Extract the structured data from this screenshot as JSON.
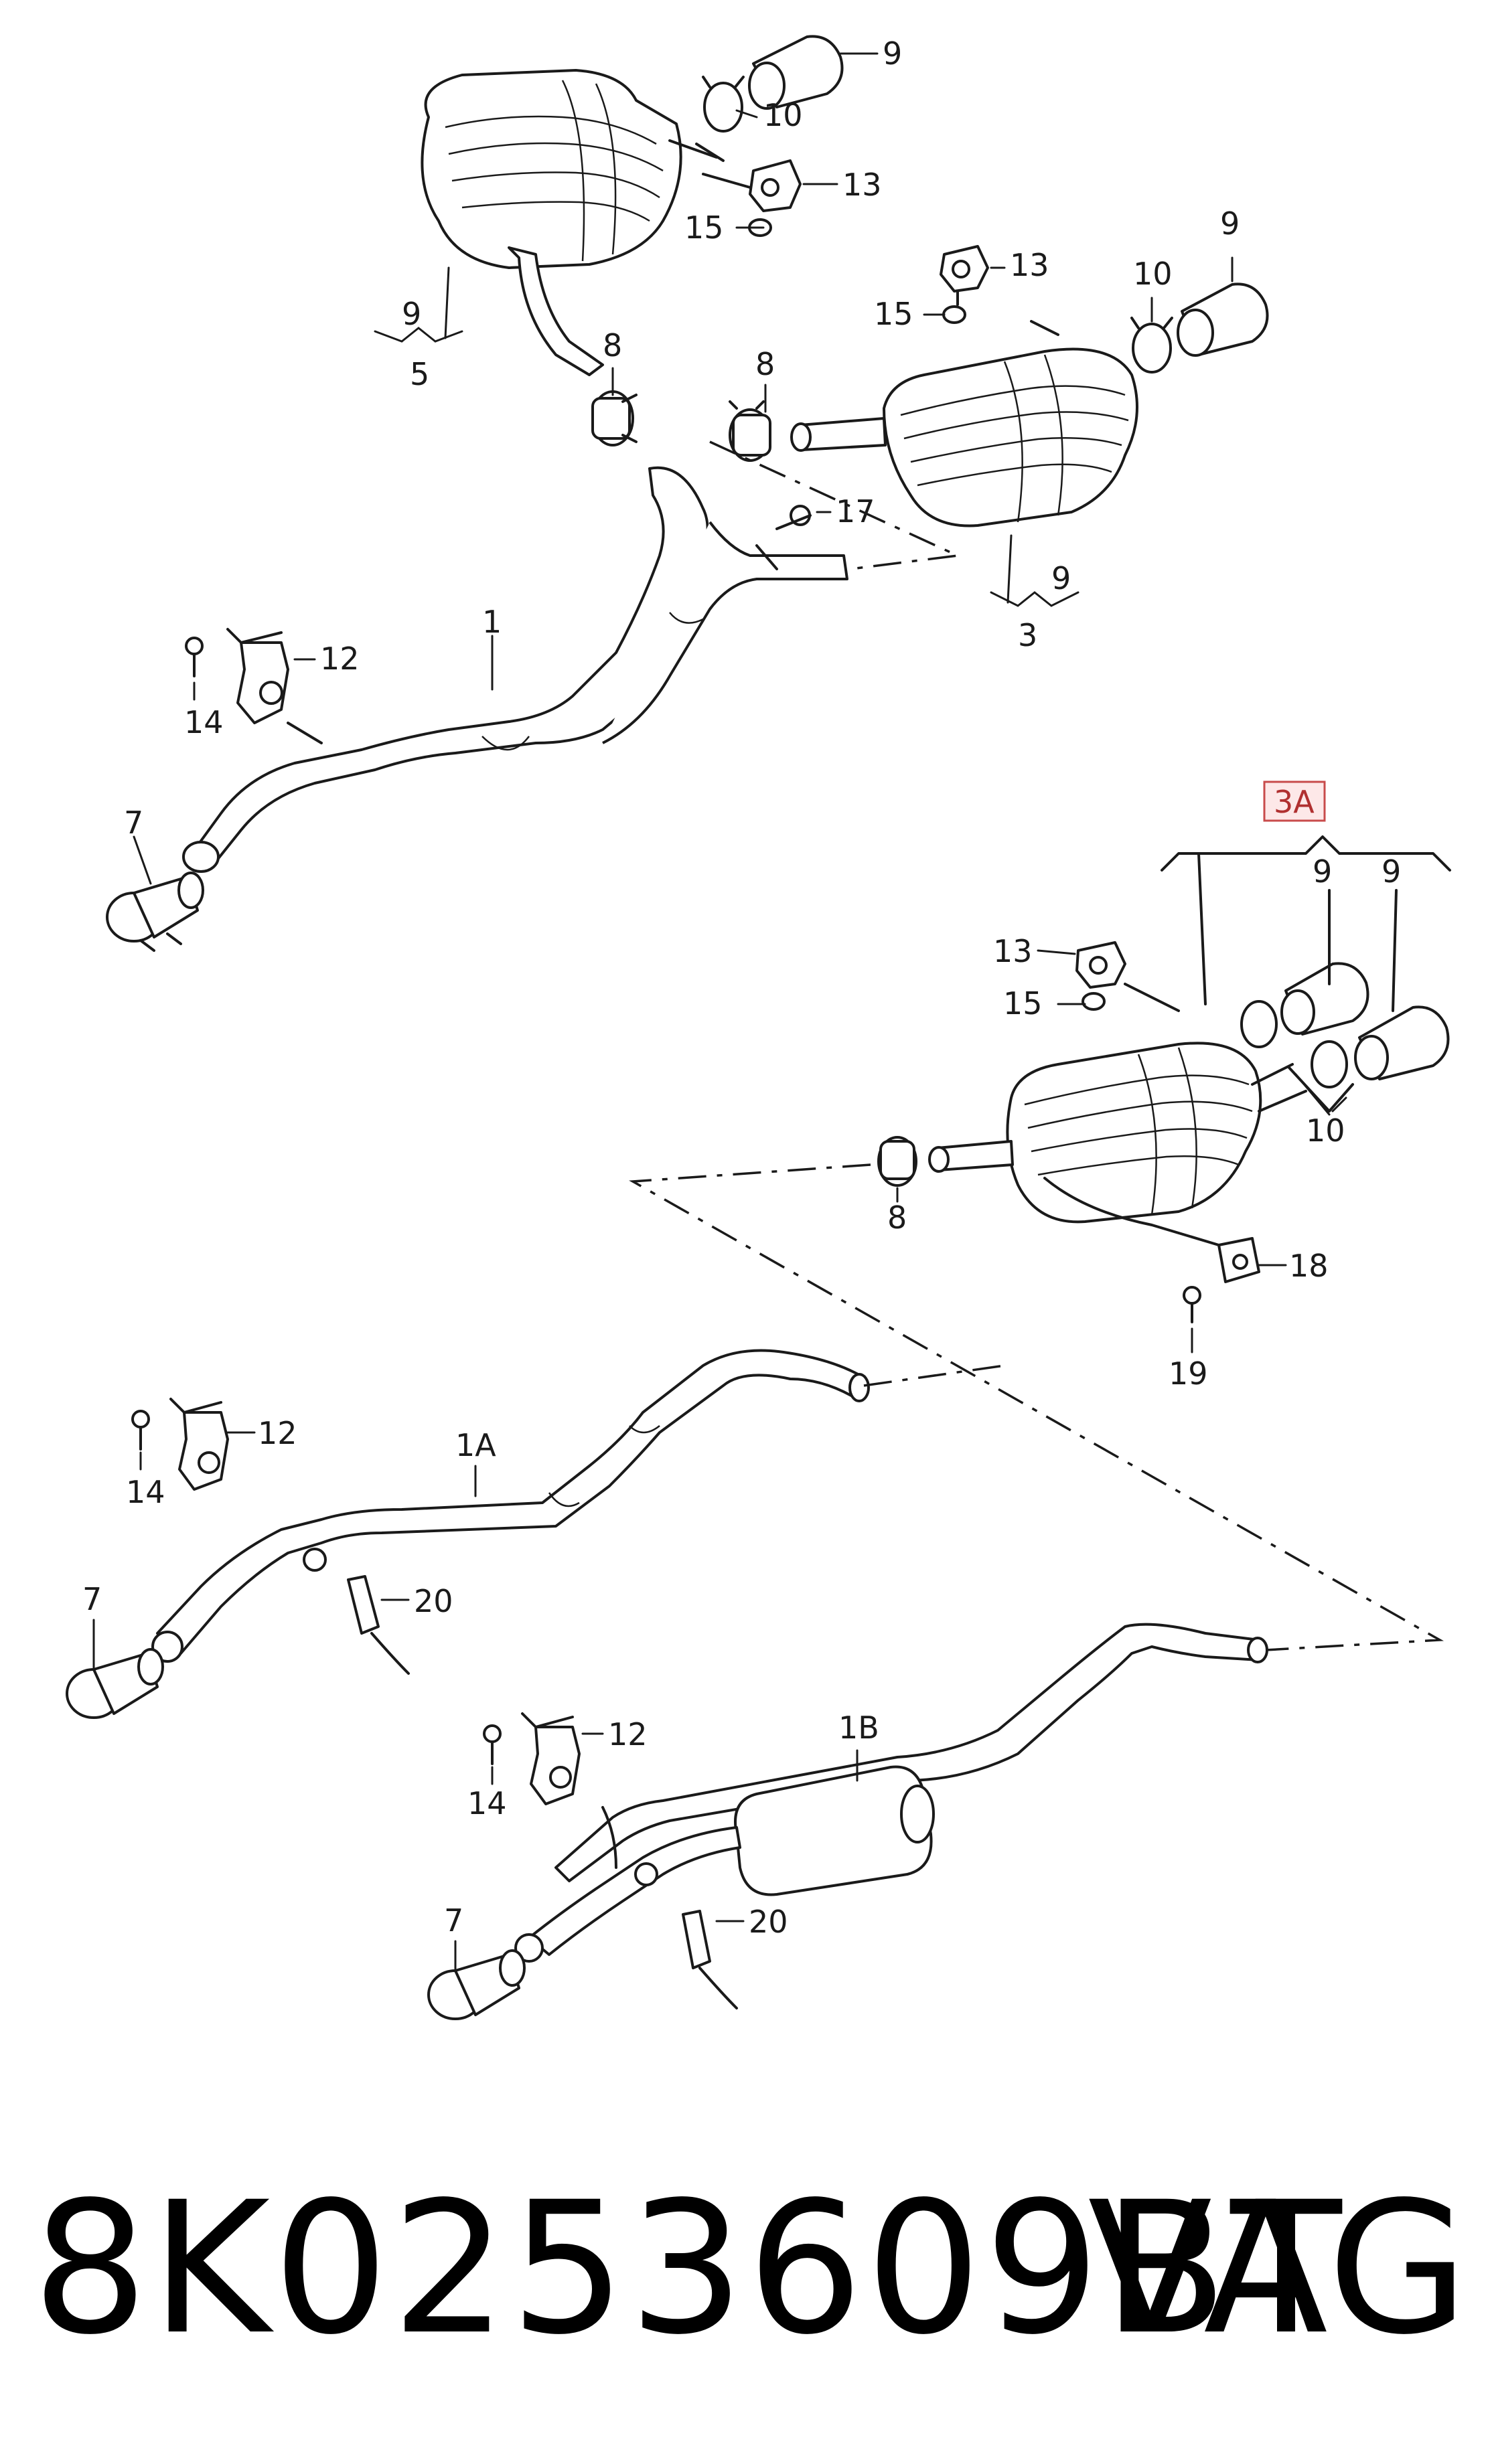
{
  "labels": {
    "l1": "1",
    "l1A": "1A",
    "l1B": "1B",
    "l3": "3",
    "l3A": "3A",
    "l5": "5",
    "l7a": "7",
    "l7b": "7",
    "l7c": "7",
    "l8a": "8",
    "l8b": "8",
    "l8c": "8",
    "l9a": "9",
    "l9b": "9",
    "l9c": "9",
    "l9d": "9",
    "l9e": "9",
    "l9f": "9",
    "l10a": "10",
    "l10b": "10",
    "l10c": "10",
    "l12a": "12",
    "l12b": "12",
    "l12c": "12",
    "l13a": "13",
    "l13b": "13",
    "l13c": "13",
    "l14a": "14",
    "l14b": "14",
    "l14c": "14",
    "l15a": "15",
    "l15b": "15",
    "l15c": "15",
    "l17": "17",
    "l18": "18",
    "l19": "19",
    "l20a": "20",
    "l20b": "20"
  },
  "footer": {
    "part_number": "8K0253609BT",
    "brand": "VAG"
  }
}
